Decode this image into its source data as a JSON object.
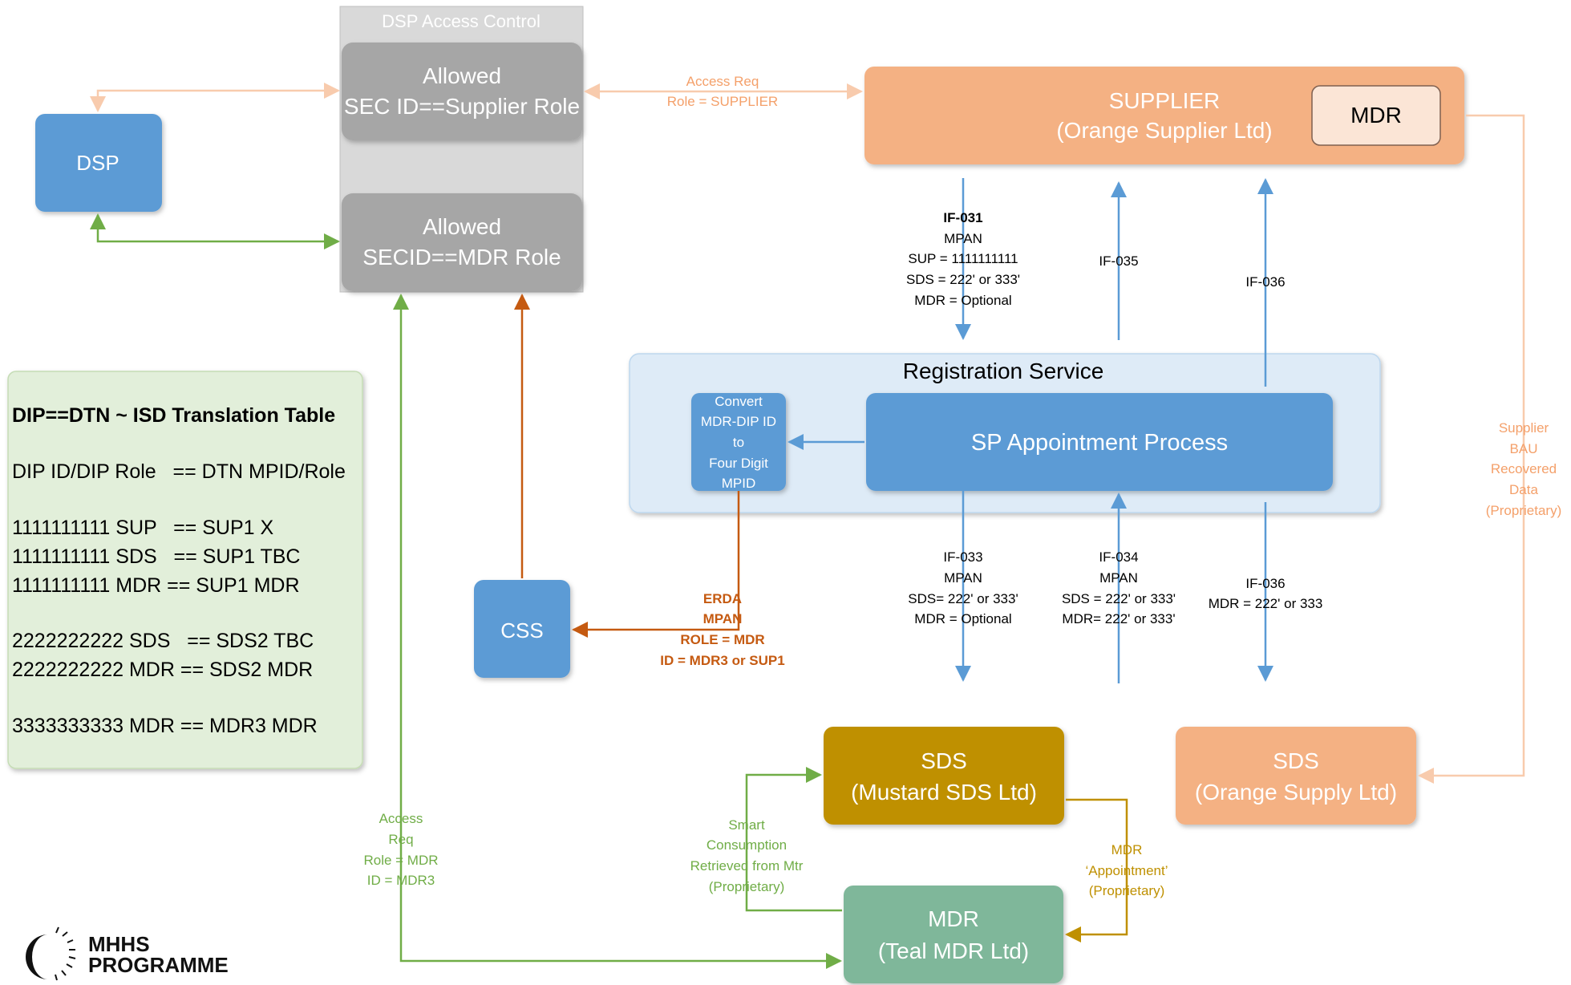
{
  "access_control": {
    "title": "DSP Access Control",
    "allowed_supplier": [
      "Allowed",
      "SEC ID==Supplier Role"
    ],
    "allowed_mdr": [
      "Allowed",
      "SECID==MDR Role"
    ]
  },
  "dsp": {
    "label": "DSP"
  },
  "css": {
    "label": "CSS"
  },
  "supplier": {
    "lines": [
      "SUPPLIER",
      "(Orange Supplier Ltd)"
    ],
    "mdr_label": "MDR"
  },
  "registration": {
    "title": "Registration Service",
    "sp_process": "SP Appointment Process",
    "convert_lines": [
      "Convert",
      "MDR-DIP ID",
      "to",
      "Four Digit",
      "MPID"
    ]
  },
  "sds_mustard": {
    "lines": [
      "SDS",
      "(Mustard SDS Ltd)"
    ]
  },
  "sds_orange": {
    "lines": [
      "SDS",
      "(Orange Supply Ltd)"
    ]
  },
  "mdr_teal": {
    "lines": [
      "MDR",
      "(Teal MDR Ltd)"
    ]
  },
  "translation_table": {
    "title": "DIP==DTN ~ ISD Translation Table",
    "header": "DIP ID/DIP Role   == DTN MPID/Role",
    "group1": [
      "1111111111 SUP   == SUP1 X",
      "1111111111 SDS   == SUP1 TBC",
      "1111111111 MDR == SUP1 MDR"
    ],
    "group2": [
      "2222222222 SDS   == SDS2 TBC",
      "2222222222 MDR == SDS2 MDR"
    ],
    "group3": [
      "3333333333 MDR == MDR3 MDR"
    ]
  },
  "labels": {
    "access_req_supplier": [
      "Access Req",
      "Role = SUPPLIER"
    ],
    "if031": [
      "IF-031",
      "MPAN",
      "SUP = 1111111111",
      "SDS = 222' or 333'",
      "MDR = Optional"
    ],
    "if035": "IF-035",
    "if036_top": "IF-036",
    "if033": [
      "IF-033",
      "MPAN",
      "SDS= 222' or 333'",
      "MDR = Optional"
    ],
    "if034": [
      "IF-034",
      "MPAN",
      "SDS = 222' or 333'",
      "MDR=  222' or 333'"
    ],
    "if036_bottom": [
      "IF-036",
      "MDR = 222' or 333"
    ],
    "erda": [
      "ERDA",
      "MPAN",
      "ROLE = MDR",
      "ID = MDR3 or SUP1"
    ],
    "supplier_bau": [
      "Supplier",
      "BAU",
      "Recovered",
      "Data",
      "(Proprietary)"
    ],
    "access_req_mdr": [
      "Access",
      "Req",
      "Role = MDR",
      "ID = MDR3"
    ],
    "smart_consumption": [
      "Smart",
      "Consumption",
      "Retrieved from Mtr",
      "(Proprietary)"
    ],
    "mdr_appointment": [
      "MDR",
      "‘Appointment’",
      "(Proprietary)"
    ]
  },
  "logo": {
    "lines": [
      "MHHS",
      "PROGRAMME"
    ]
  },
  "colors": {
    "gray_box": "#a6a6a6",
    "blue_box": "#5b9bd5",
    "orange_box": "#f4b183",
    "mustard_box": "#bf9000",
    "teal_box": "#7fb79a",
    "green_line": "#70ad47",
    "dark_orange_line": "#c55a11",
    "peach_line": "#f8cbad",
    "blue_line": "#5b9bd5"
  }
}
